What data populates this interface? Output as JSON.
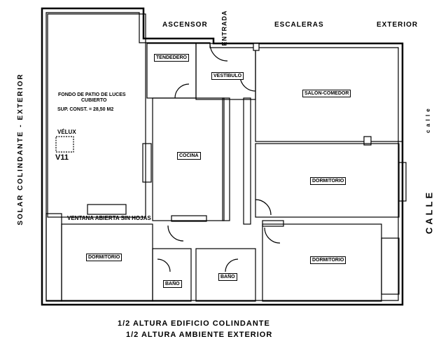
{
  "edges": {
    "top_labels": [
      "ASCENSOR",
      "ESCALERAS",
      "EXTERIOR"
    ],
    "entrance": "ENTRADA",
    "left": "SOLAR COLINDANTE - EXTERIOR",
    "right": "CALLE",
    "right_small": "c a l l e",
    "bottom_line1": "1/2 ALTURA EDIFICIO COLINDANTE",
    "bottom_line2": "1/2 ALTURA AMBIENTE EXTERIOR"
  },
  "patio": {
    "title_line1": "FONDO DE PATIO DE LUCES",
    "title_line2": "CUBIERTO",
    "area": "SUP. CONST. = 28,50 M2",
    "skylight_label": "VÉLUX",
    "skylight_code": "V11"
  },
  "rooms": {
    "tendedero": "TENDEDERO",
    "vestibulo": "VESTÍBULO",
    "salon": "SALÓN-COMEDOR",
    "cocina": "COCINA",
    "dormitorio_derecha": "DORMITORIO",
    "dormitorio_izquierda": "DORMITORIO",
    "dormitorio_inferior": "DORMITORIO",
    "bano_1": "BAÑO",
    "bano_2": "BAÑO"
  },
  "notes": {
    "window": "VENTANA ABIERTA SIN HOJAS"
  }
}
